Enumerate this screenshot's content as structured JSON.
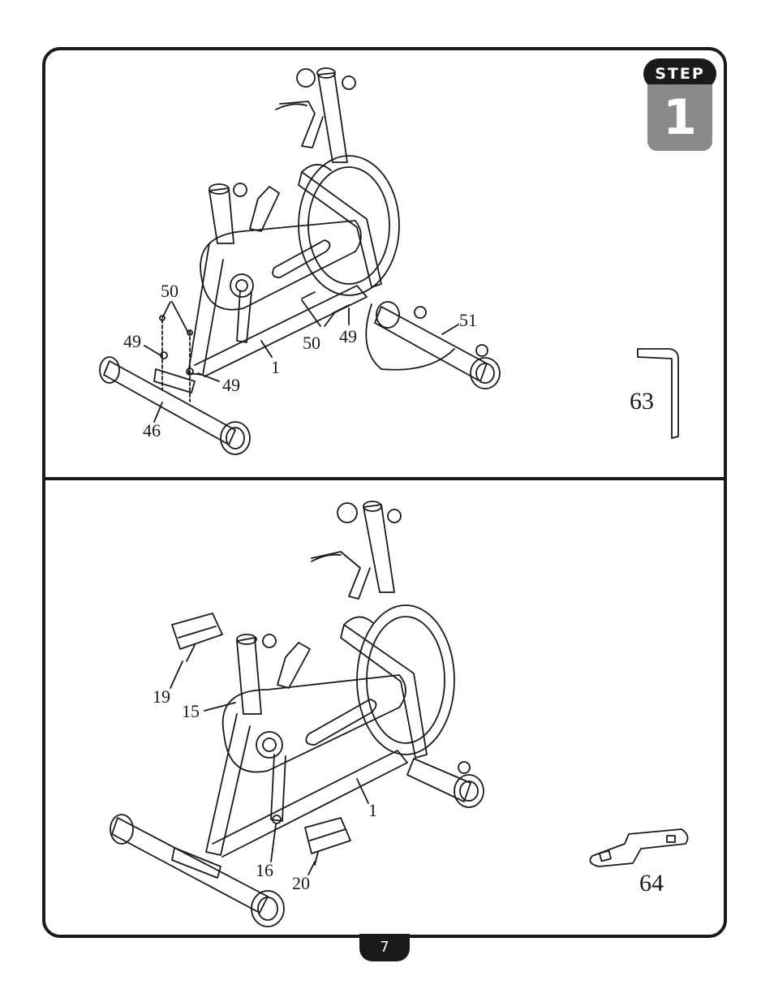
{
  "step": {
    "label": "STEP",
    "number": "1"
  },
  "top_panel": {
    "callouts": {
      "c50_left": "50",
      "c49_left": "49",
      "c1": "1",
      "c49_bottom": "49",
      "c46": "46",
      "c50_mid": "50",
      "c49_mid": "49",
      "c51": "51"
    },
    "tool": {
      "label": "63",
      "icon": "allen-key-icon"
    }
  },
  "bottom_panel": {
    "callouts": {
      "c19": "19",
      "c15": "15",
      "c1": "1",
      "c16": "16",
      "c20": "20"
    },
    "tool": {
      "label": "64",
      "icon": "pedal-wrench-icon"
    }
  },
  "page_number": "7"
}
